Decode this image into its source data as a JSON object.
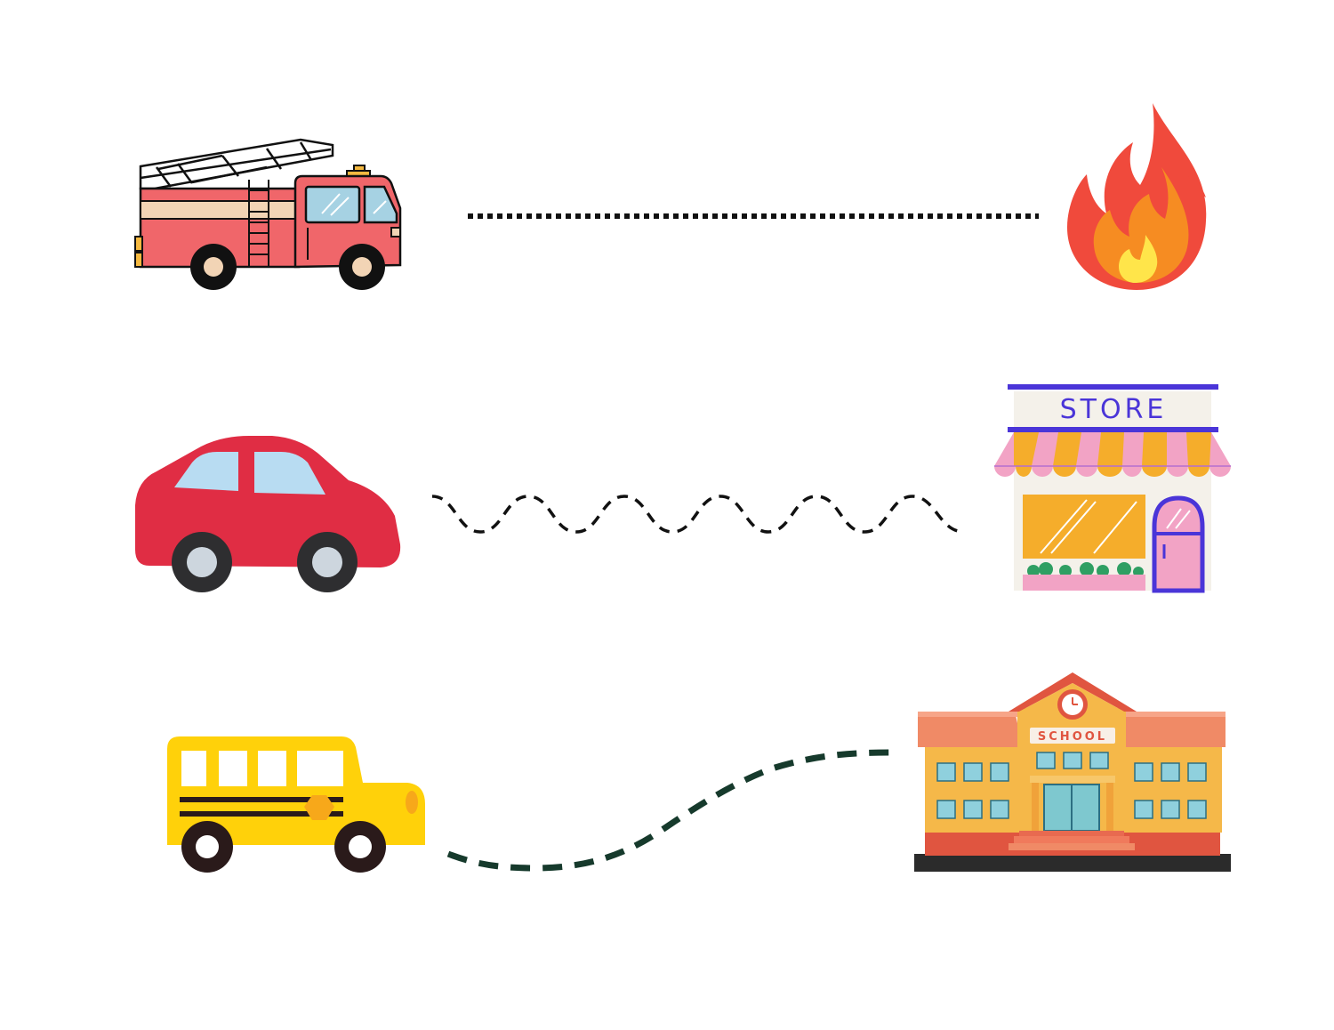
{
  "worksheet": {
    "rows": [
      {
        "vehicle": "fire-truck",
        "destination": "fire",
        "path_style": "dotted-straight"
      },
      {
        "vehicle": "car",
        "destination": "store",
        "path_style": "dashed-wave"
      },
      {
        "vehicle": "school-bus",
        "destination": "school",
        "path_style": "dashed-curve"
      }
    ],
    "store_sign": "STORE",
    "school_sign": "SCHOOL"
  },
  "colors": {
    "path_black": "#111111",
    "path_green": "#163a2c",
    "fire_truck_red": "#f0666a",
    "car_red": "#e02d44",
    "bus_yellow": "#ffd10a",
    "store_purple": "#4a35d8",
    "school_orange": "#f08a66"
  }
}
